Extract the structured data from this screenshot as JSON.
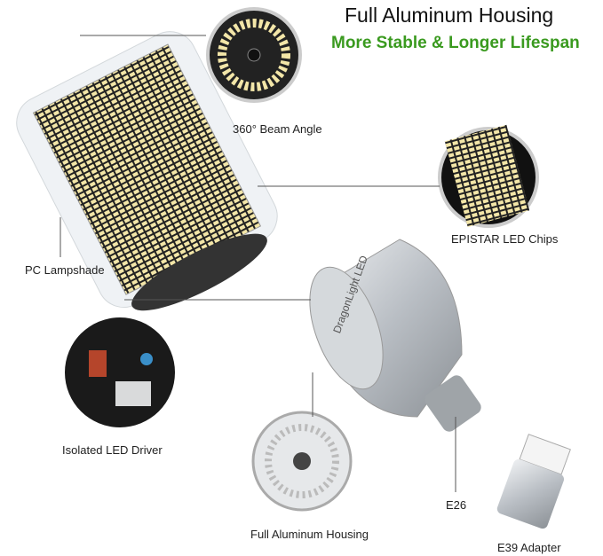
{
  "header": {
    "title": "Full Aluminum Housing",
    "subtitle": "More Stable & Longer Lifespan"
  },
  "callouts": {
    "beam_angle": "360° Beam Angle",
    "led_chips": "EPISTAR LED Chips",
    "lampshade": "PC Lampshade",
    "driver": "Isolated LED Driver",
    "housing": "Full Aluminum Housing",
    "base": "E26",
    "adapter": "E39 Adapter"
  },
  "brand_logo": "DragonLight LED",
  "colors": {
    "accent_green": "#3a9a1f",
    "aluminum": "#c8ccd0",
    "led_yellow": "#f3e6a8"
  }
}
